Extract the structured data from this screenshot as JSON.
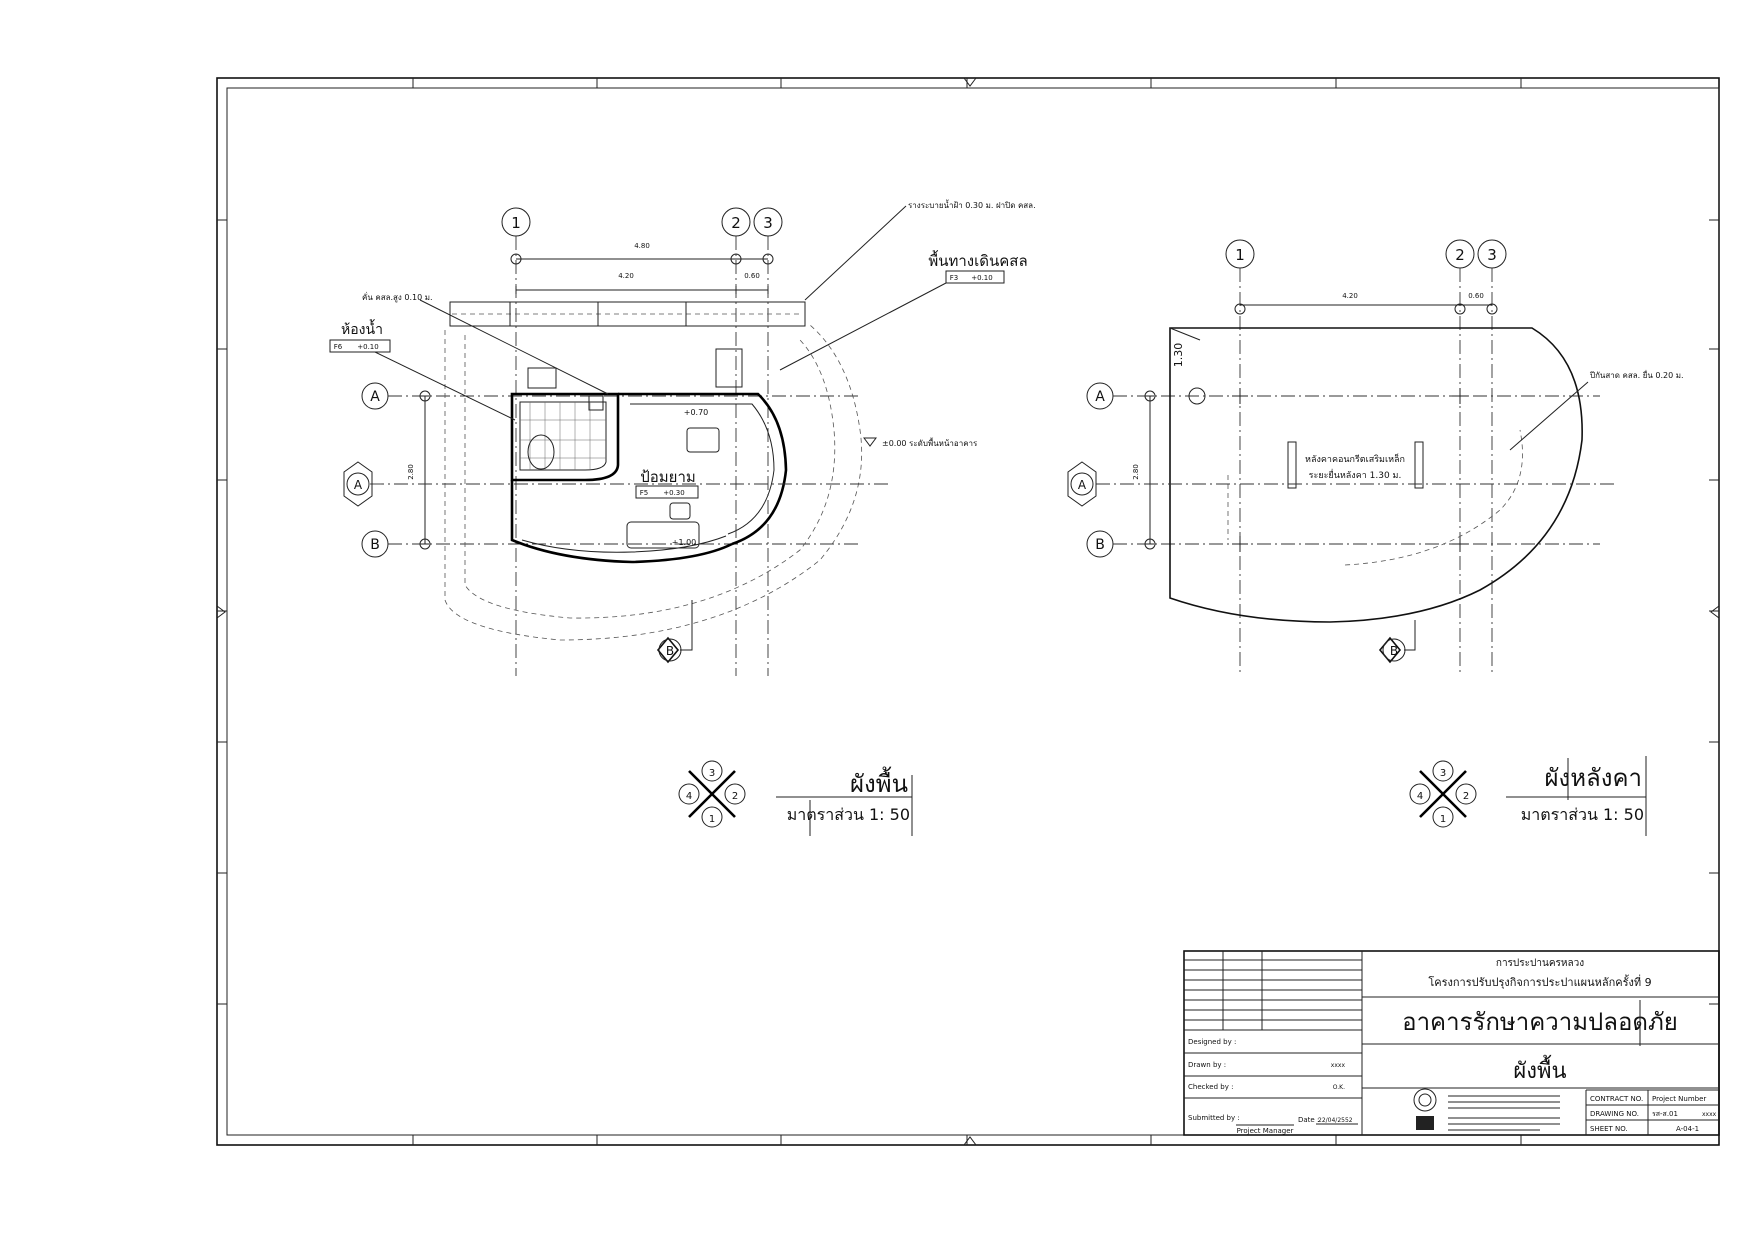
{
  "floor_plan": {
    "grids": [
      "1",
      "2",
      "3"
    ],
    "rows": [
      "A",
      "B"
    ],
    "dim_total": "4.80",
    "dim_12": "4.20",
    "dim_23": "0.60",
    "dim_ab": "2.80",
    "note_drain": "รางระบายน้ำฝ้า 0.30 ม. ฝาปิด คสล.",
    "note_step": "คั่น คสล.สูง 0.10 ม.",
    "walkway_label": "พื้นทางเดินคสล",
    "walkway_tag": "F3",
    "walkway_level": "+0.10",
    "toilet_label": "ห้องน้ำ",
    "toilet_tag": "F6",
    "toilet_level": "+0.10",
    "guard_label": "ป้อมยาม",
    "guard_tag": "F5",
    "guard_level": "+0.30",
    "ground_note": "±0.00 ระดับพื้นหน้าอาคาร",
    "level_070": "+0.70",
    "level_100": "+1.00",
    "section_a": "A",
    "section_b": "B",
    "title": "ผังพื้น",
    "scale": "มาตราส่วน 1: 50"
  },
  "roof_plan": {
    "grids": [
      "1",
      "2",
      "3"
    ],
    "rows": [
      "A",
      "B"
    ],
    "dim_12": "4.20",
    "dim_23": "0.60",
    "dim_ab": "2.80",
    "dim_overhang": "1.30",
    "roof_note_1": "หลังคาคอนกรีตเสริมเหล็ก",
    "roof_note_2": "ระยะยื่นหลังคา 1.30 ม.",
    "edge_note": "ปีกันสาด คสล. ยื่น 0.20 ม.",
    "section_a": "A",
    "section_b": "B",
    "title": "ผังหลังคา",
    "scale": "มาตราส่วน 1: 50"
  },
  "key_plan": {
    "left": [
      "3",
      "4",
      "2",
      "1"
    ],
    "right": [
      "3",
      "4",
      "2",
      "1"
    ]
  },
  "title_block": {
    "designed_by": "Designed by :",
    "drawn_by": "Drawn by :",
    "drawn_value": "xxxx",
    "checked_by": "Checked by :",
    "checked_value": "O.K.",
    "submitted_by": "Submitted by :",
    "date_label": "Date :",
    "date_value": "22/04/2552",
    "project_manager": "Project Manager",
    "owner": "การประปานครหลวง",
    "project": "โครงการปรับปรุงกิจการประปาแผนหลักครั้งที่ 9",
    "building": "อาคารรักษาความปลอดภัย",
    "sheet_title": "ผังพื้น",
    "contract_no_label": "CONTRACT NO.",
    "contract_no_value": "Project Number",
    "drawing_no_label": "DRAWING NO.",
    "drawing_no_value": "รส-ส.01",
    "drawing_no_extra": "xxxx",
    "sheet_no_label": "SHEET NO.",
    "sheet_no_value": "A-04-1"
  }
}
